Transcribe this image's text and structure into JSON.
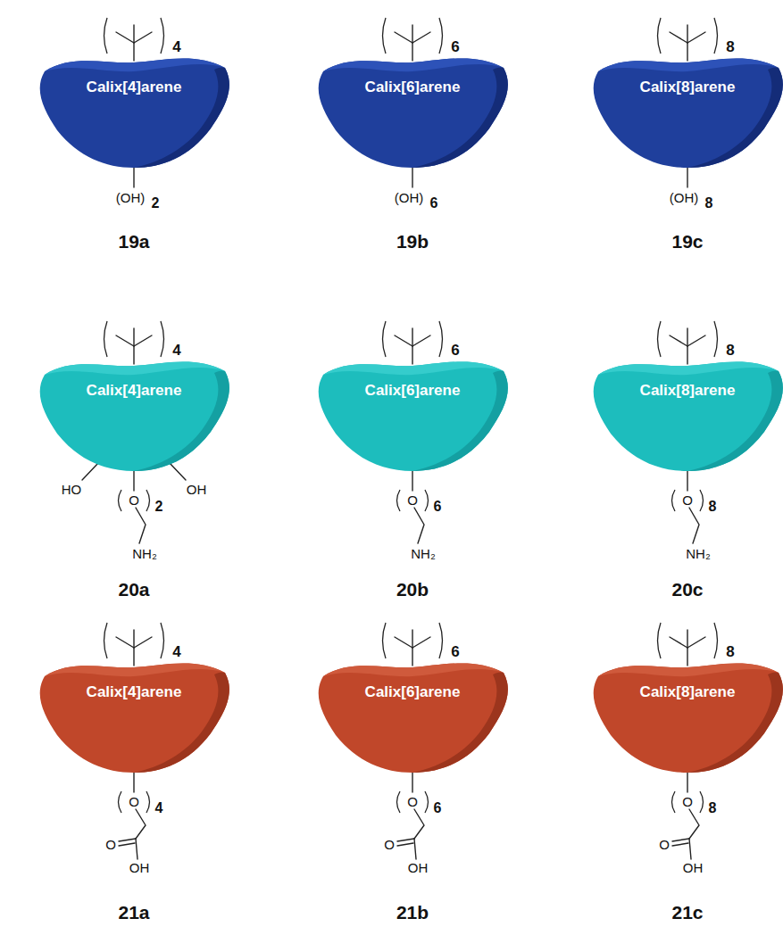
{
  "diagram": {
    "nodes": [
      {
        "text": [
          "Calix[4]arene"
        ]
      },
      {
        "text": [
          "Calix[6]arene"
        ]
      },
      {
        "text": [
          "Calix[8]arene"
        ]
      },
      {
        "text": [
          "Calix[4]arene"
        ]
      },
      {
        "text": [
          "Calix[6]arene"
        ]
      },
      {
        "text": [
          "Calix[8]arene"
        ]
      },
      {
        "text": [
          "Calix[4]arene"
        ]
      },
      {
        "text": [
          "Calix[6]arene"
        ]
      },
      {
        "text": [
          "Calix[8]arene"
        ]
      }
    ],
    "labels": [
      "4",
      "(OH)",
      "2",
      "19a",
      "6",
      "(OH)",
      "6",
      "19b",
      "8",
      "(OH)",
      "8",
      "19c",
      "4",
      "HO",
      "OH",
      "O",
      "2",
      "NH₂",
      "20a",
      "6",
      "O",
      "6",
      "NH₂",
      "20b",
      "8",
      "O",
      "8",
      "NH₂",
      "20c",
      "4",
      "O",
      "4",
      "O",
      "OH",
      "21a",
      "6",
      "O",
      "6",
      "O",
      "OH",
      "21b",
      "8",
      "O",
      "8",
      "O",
      "OH",
      "21c"
    ]
  }
}
